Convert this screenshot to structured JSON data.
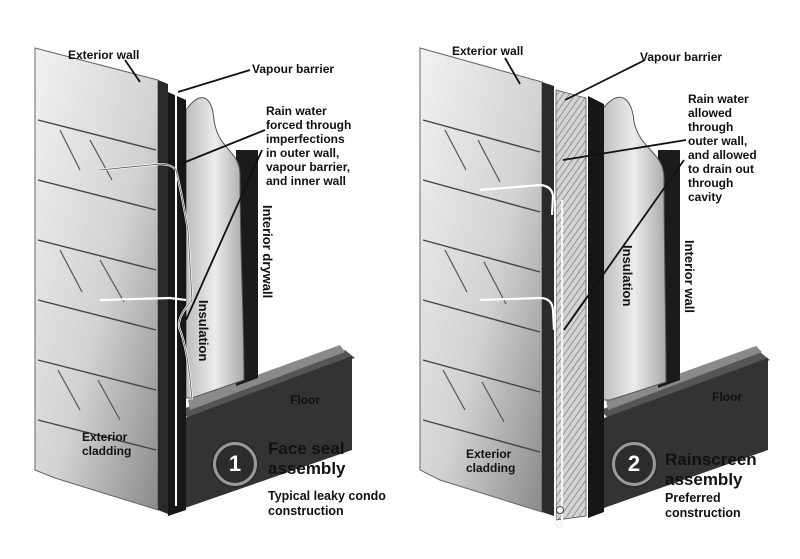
{
  "diagram_1": {
    "number": "1",
    "title_line1": "Face seal",
    "title_line2": "assembly",
    "subtitle_line1": "Typical leaky condo",
    "subtitle_line2": "construction",
    "labels": {
      "exterior_wall": "Exterior wall",
      "vapour_barrier": "Vapour barrier",
      "rain_water": "Rain water\nforced through\nimperfections\nin outer wall,\nvapour barrier,\nand inner wall",
      "interior_drywall": "Interior drywall",
      "insulation": "Insulation",
      "floor": "Floor",
      "exterior_cladding": "Exterior\ncladding"
    }
  },
  "diagram_2": {
    "number": "2",
    "title_line1": "Rainscreen",
    "title_line2": "assembly",
    "subtitle_line1": "Preferred",
    "subtitle_line2": "construction",
    "labels": {
      "exterior_wall": "Exterior wall",
      "vapour_barrier": "Vapour barrier",
      "rain_water": "Rain water\nallowed\nthrough\nouter wall,\nand allowed\nto drain out\nthrough\ncavity",
      "insulation": "Insulation",
      "interior_wall": "Interior wall",
      "floor": "Floor",
      "exterior_cladding": "Exterior\ncladding"
    }
  },
  "colors": {
    "wall_dark": "#1e1e1e",
    "cladding_light": "#e6e6e6",
    "cladding_shade": "#9c9c9c",
    "insulation": "#d9d9d9",
    "floor": "#3a3a3a"
  }
}
